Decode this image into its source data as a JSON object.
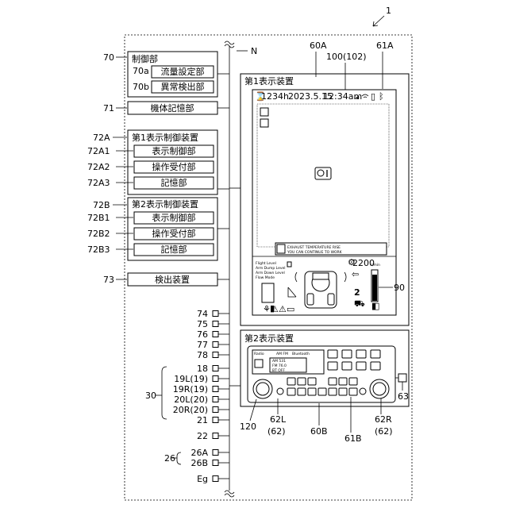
{
  "figure_number": "1",
  "bus_label": "N",
  "labels": {
    "l60A": "60A",
    "l61A": "61A",
    "l100": "100(102)",
    "l90": "90",
    "l60B": "60B",
    "l61B": "61B",
    "l62L": "62L",
    "l62L2": "(62)",
    "l62R": "62R",
    "l62R2": "(62)",
    "l63": "63",
    "l120": "120"
  },
  "controller": {
    "ref": "70",
    "title": "制御部",
    "items": [
      {
        "ref": "70a",
        "label": "流量設定部"
      },
      {
        "ref": "70b",
        "label": "異常検出部"
      }
    ]
  },
  "machine_storage": {
    "ref": "71",
    "label": "機体記憶部"
  },
  "first_display_ctrl": {
    "ref": "72A",
    "title": "第1表示制御装置",
    "items": [
      {
        "ref": "72A1",
        "label": "表示制御部"
      },
      {
        "ref": "72A2",
        "label": "操作受付部"
      },
      {
        "ref": "72A3",
        "label": "記憶部"
      }
    ]
  },
  "second_display_ctrl": {
    "ref": "72B",
    "title": "第2表示制御装置",
    "items": [
      {
        "ref": "72B1",
        "label": "表示制御部"
      },
      {
        "ref": "72B2",
        "label": "操作受付部"
      },
      {
        "ref": "72B3",
        "label": "記憶部"
      }
    ]
  },
  "detector": {
    "ref": "73",
    "label": "検出装置"
  },
  "first_display": {
    "title": "第1表示装置",
    "status": {
      "hours": "1234h",
      "date": "2023.5.15",
      "time": "12:34am"
    },
    "warning_line1": "EXHAUST TEMPERATURE RISE",
    "warning_line2": "YOU CAN CONTINUE TO WORK",
    "rpm": "2200",
    "rpm_unit": "r/min",
    "gear": "2",
    "levels": [
      "Flight Level",
      "Arm Dump Level",
      "Arm Down Level",
      "Flow Mode"
    ]
  },
  "second_display": {
    "title": "第2表示装置",
    "radio_band": "AM  FM",
    "radio_label": "Bluetooth",
    "radio_left": "Radio",
    "presets": [
      "AM  531",
      "FM  76.0",
      "BT  OFF"
    ]
  },
  "connections": [
    "74",
    "75",
    "76",
    "77",
    "78",
    "18",
    "19L(19)",
    "19R(19)",
    "20L(20)",
    "20R(20)",
    "21",
    "22",
    "26A",
    "26B",
    "Eg"
  ],
  "group_labels": {
    "g30": "30",
    "g26": "26"
  }
}
